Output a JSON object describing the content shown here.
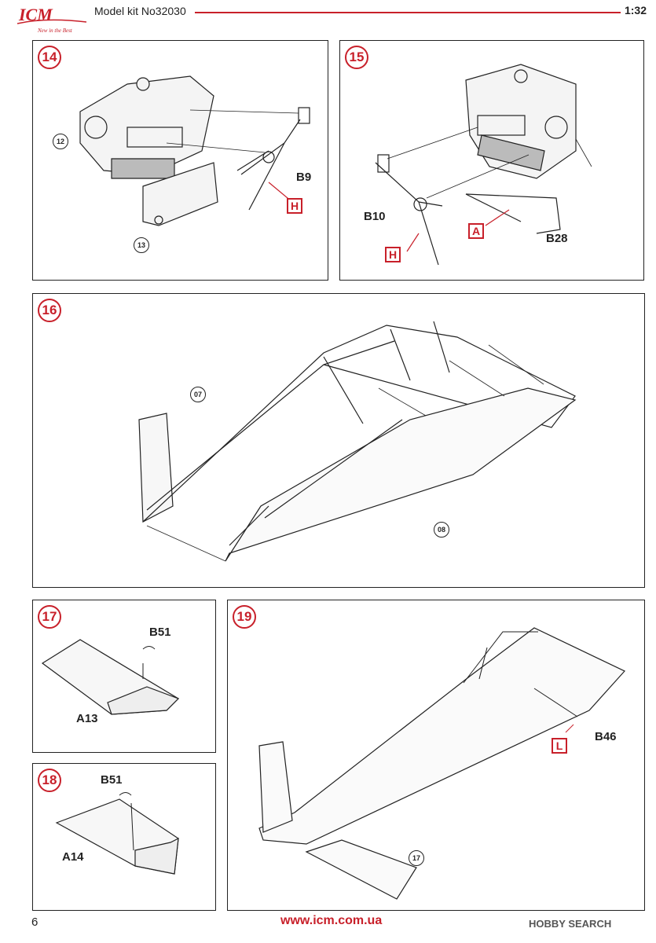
{
  "header": {
    "brand": "ICM",
    "brand_tagline": "New in the Best",
    "kit_label": "Model kit No32030",
    "scale": "1:32"
  },
  "colors": {
    "accent": "#c8202a",
    "line": "#222222"
  },
  "steps": [
    {
      "number": "14",
      "refs": [
        "12",
        "13"
      ],
      "parts": [
        "B9"
      ],
      "sprues": [
        "H"
      ]
    },
    {
      "number": "15",
      "parts": [
        "B10",
        "B28"
      ],
      "sprues": [
        "H",
        "A"
      ]
    },
    {
      "number": "16",
      "refs": [
        "07",
        "08"
      ]
    },
    {
      "number": "17",
      "parts": [
        "B51",
        "A13"
      ]
    },
    {
      "number": "18",
      "parts": [
        "B51",
        "A14"
      ]
    },
    {
      "number": "19",
      "parts": [
        "B46"
      ],
      "sprues": [
        "L"
      ],
      "refs": [
        "17"
      ]
    }
  ],
  "footer": {
    "page_number": "6",
    "website": "www.icm.com.ua",
    "watermark": "HOBBY SEARCH"
  }
}
